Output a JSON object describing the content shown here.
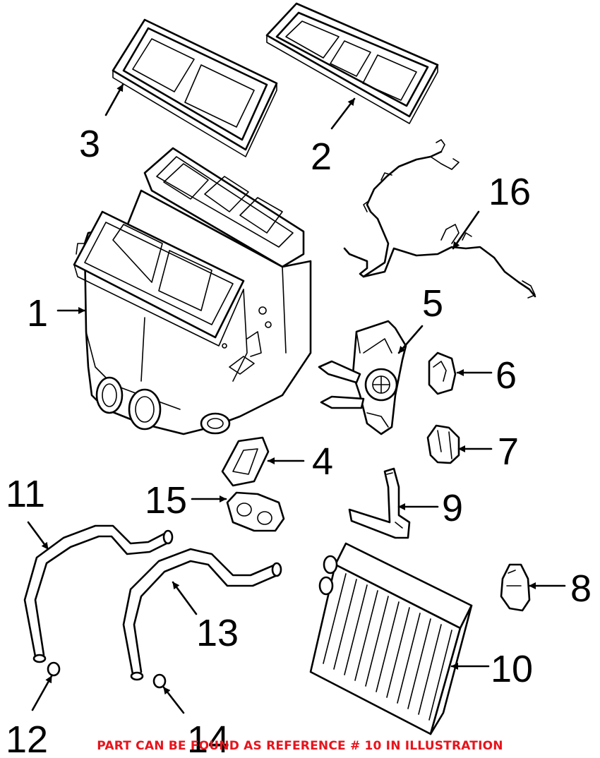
{
  "callouts": {
    "c1": "1",
    "c2": "2",
    "c3": "3",
    "c4": "4",
    "c5": "5",
    "c6": "6",
    "c7": "7",
    "c8": "8",
    "c9": "9",
    "c10": "10",
    "c11": "11",
    "c12": "12",
    "c13": "13",
    "c14": "14",
    "c15": "15",
    "c16": "16"
  },
  "notice": "PART CAN BE FOUND AS REFERENCE # 10 IN ILLUSTRATION",
  "colors": {
    "line": "#000000",
    "background": "#ffffff",
    "notice": "#e8141c"
  }
}
